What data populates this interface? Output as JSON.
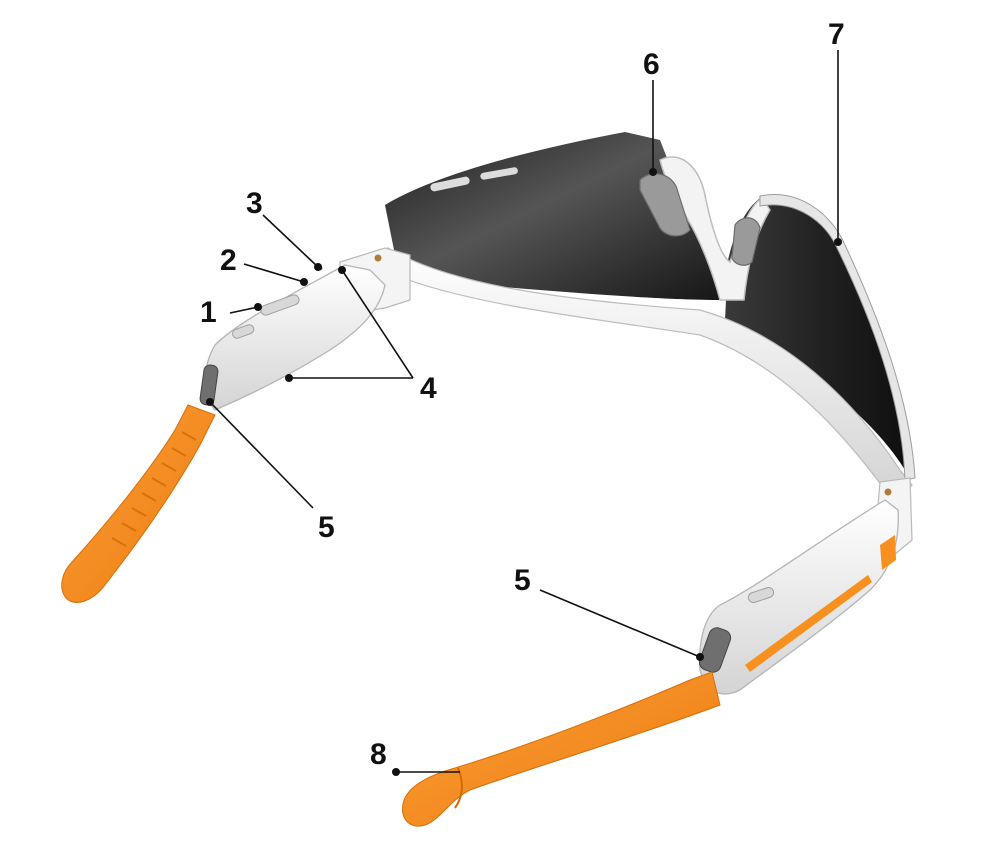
{
  "diagram": {
    "subject": "smart-glasses-exploded-callout",
    "callouts": [
      {
        "id": "c1",
        "label": "1"
      },
      {
        "id": "c2",
        "label": "2"
      },
      {
        "id": "c3",
        "label": "3"
      },
      {
        "id": "c4",
        "label": "4"
      },
      {
        "id": "c5a",
        "label": "5"
      },
      {
        "id": "c5b",
        "label": "5"
      },
      {
        "id": "c6",
        "label": "6"
      },
      {
        "id": "c7",
        "label": "7"
      },
      {
        "id": "c8",
        "label": "8"
      }
    ]
  },
  "colors": {
    "frame": "#f1f1f1",
    "frame_shadow": "#c9c9c9",
    "lens": "#2b2b2b",
    "lens_highlight": "#6a6a6a",
    "temple": "#f7901e",
    "temple_dark": "#d96f0a",
    "ink": "#111111"
  }
}
